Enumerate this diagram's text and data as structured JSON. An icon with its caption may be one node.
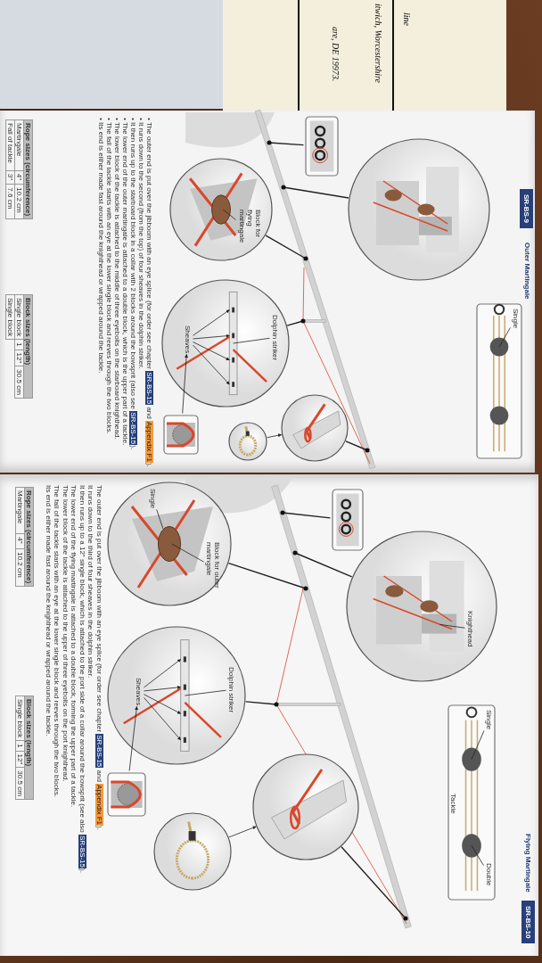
{
  "diagram": {
    "nodes": [
      {
        "text": [],
        "shape": "circle"
      },
      {
        "text": [
          "Block for flying martingale"
        ],
        "in": 0
      },
      {
        "text": [],
        "shape": "circle"
      },
      {
        "text": [
          "Dolphin striker"
        ],
        "in": 2
      },
      {
        "text": [
          "Sheaves"
        ],
        "in": 2
      },
      {
        "text": [],
        "shape": "box"
      },
      {
        "text": [],
        "shape": "circle"
      },
      {
        "text": [],
        "shape": "circle"
      },
      {
        "text": [],
        "shape": "circle"
      },
      {
        "text": [],
        "shape": "box"
      },
      {
        "text": [],
        "shape": "box"
      },
      {
        "text": [
          "Single"
        ],
        "in": 10
      },
      {
        "text": [],
        "shape": "circle"
      },
      {
        "text": [
          "Block for outer martingale"
        ],
        "in": 12
      },
      {
        "text": [
          "Single"
        ],
        "in": 12
      },
      {
        "text": [],
        "shape": "circle"
      },
      {
        "text": [
          "Dolphin striker"
        ],
        "in": 15
      },
      {
        "text": [
          "Sheaves"
        ],
        "in": 15
      },
      {
        "text": [],
        "shape": "box"
      },
      {
        "text": [],
        "shape": "circle"
      },
      {
        "text": [],
        "shape": "circle"
      },
      {
        "text": [],
        "shape": "circle"
      },
      {
        "text": [
          "Knighthead"
        ],
        "in": 21
      },
      {
        "text": [],
        "shape": "box"
      },
      {
        "text": [],
        "shape": "box"
      },
      {
        "text": [
          "Single"
        ],
        "in": 24
      },
      {
        "text": [
          "Tackle"
        ],
        "in": 24
      },
      {
        "text": [
          "Double"
        ],
        "in": 24
      },
      {
        "text": [
          "SR-BS-9"
        ]
      },
      {
        "text": [
          "SR-BS-10"
        ]
      },
      {
        "text": [],
        "shape": "picture"
      },
      {
        "text": [],
        "shape": "picture"
      }
    ],
    "edges": [
      {
        "from": 0,
        "to": 30,
        "arrow": "other"
      },
      {
        "from": 1,
        "to": null,
        "arrow": "none"
      },
      {
        "from": 2,
        "to": 30,
        "arrow": "other"
      },
      {
        "from": 3,
        "to": null,
        "arrow": "none"
      },
      {
        "from": 4,
        "to": null,
        "arrow": "to"
      },
      {
        "from": 4,
        "to": null,
        "arrow": "to"
      },
      {
        "from": 4,
        "to": null,
        "arrow": "to"
      },
      {
        "from": 4,
        "to": null,
        "arrow": "to"
      },
      {
        "from": 5,
        "to": 4,
        "arrow": "to"
      },
      {
        "from": 6,
        "to": 7,
        "arrow": "to"
      },
      {
        "from": 7,
        "to": 30,
        "arrow": "other"
      },
      {
        "from": 8,
        "to": 30,
        "arrow": "other"
      },
      {
        "from": 9,
        "to": 30,
        "arrow": "other"
      },
      {
        "from": 11,
        "to": null,
        "arrow": "none"
      },
      {
        "from": 12,
        "to": 31,
        "arrow": "other"
      },
      {
        "from": 13,
        "to": null,
        "arrow": "none"
      },
      {
        "from": 14,
        "to": null,
        "arrow": "none"
      },
      {
        "from": 15,
        "to": 31,
        "arrow": "other"
      },
      {
        "from": 16,
        "to": null,
        "arrow": "none"
      },
      {
        "from": 17,
        "to": null,
        "arrow": "to"
      },
      {
        "from": 17,
        "to": null,
        "arrow": "to"
      },
      {
        "from": 17,
        "to": null,
        "arrow": "to"
      },
      {
        "from": 17,
        "to": null,
        "arrow": "to"
      },
      {
        "from": 18,
        "to": 17,
        "arrow": "to"
      },
      {
        "from": 19,
        "to": 20,
        "arrow": "to"
      },
      {
        "from": 20,
        "to": 31,
        "arrow": "other"
      },
      {
        "from": 21,
        "to": 31,
        "arrow": "other"
      },
      {
        "from": 22,
        "to": null,
        "arrow": "none"
      },
      {
        "from": 23,
        "to": 31,
        "arrow": "other"
      },
      {
        "from": 25,
        "to": null,
        "arrow": "none"
      },
      {
        "from": 27,
        "to": null,
        "arrow": "none"
      }
    ],
    "labels": [
      "line",
      "itwich, Worcestershire",
      "are, DE 19973.",
      "Outer Martingale",
      "• The outer end is put over the jibboom with an eye splice (for order see chapter **SR-BS-15** and *Appendix F1*).",
      "• It runs down to the second (from the top) of four sheaves in the dolphin striker.",
      "• It then runs up to the starboard block in a collar with 2 blocks around the bowsprit (also see **SR-BS-15**).",
      "• The lower end of the outer martingale is attached to a double block, which is the upper part of a tackle.",
      "• The lower block of the tackle is attached to the middle of three eyebolts on the starboard knighthead.",
      "• The fall of the tackle starts with an eye at the lower single block and reeves through the two blocks.",
      "• Its end is either made fast around the knighthead or wrapped around the tackle.",
      "Rope sizes (circumference)",
      "Martingale",
      "4\"",
      "10.2 cm",
      "Fall of tackle",
      "3\"",
      "7.6 cm",
      "Block sizes (length)",
      "Single block",
      "1",
      "12\"",
      "30.5 cm",
      "Single block",
      "Flying Martingale",
      "The outer end is put over the jibboom with an eye splice (for order see chapter **SR-BS-15** and *Appendix F1*).",
      "It runs down to the third of four sheaves in the dolphin striker.",
      "It then runs up to a 12\" single block, which is attached to the port side of a collar around the bowsprit (see also **SR-BS-15**).",
      "The lower end of the flying martingale is attached to a double block, forming the upper part of a tackle.",
      "The lower block of the tackle is attached to the upper of three eyebolts on the port knighthead.",
      "The fall of the tackle starts with an eye at the lower single block and reeves through the two blocks.",
      "Its end is either made fast around the knighthead or wrapped around the tackle.",
      "Rope sizes (circumference)",
      "Martingale",
      "4\"",
      "10.2 cm",
      "Block sizes (length)",
      "Single block",
      "1",
      "12\"",
      "30.5 cm"
    ]
  }
}
